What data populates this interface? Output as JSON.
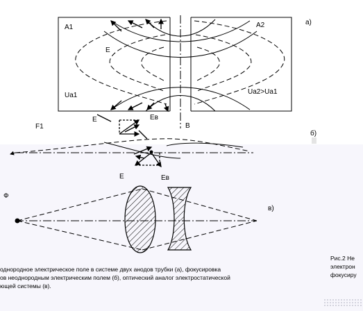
{
  "labels": {
    "a1": "A1",
    "a2": "A2",
    "part_a": "a)",
    "e_top": "E",
    "ua1": "Ua1",
    "ua2": "Ua2>Ua1",
    "e_low": "E",
    "eb_low": "Eв",
    "b": "B",
    "f1": "F1",
    "part_b": "б)",
    "e_mid": "E",
    "eb_mid": "Eв",
    "phi": "Ф",
    "part_v": "в)"
  },
  "caption": {
    "left": "однородное электрическое поле в системе двух анодов трубки (а), фокусировка\nов неоднородным электрическим полем (б), оптический аналог электростатической\nющей системы (в).",
    "right": "Рис.2  Не\nэлектрон\nфокусиру"
  },
  "colors": {
    "line": "#000000",
    "background_lower": "#f7f6fc"
  }
}
